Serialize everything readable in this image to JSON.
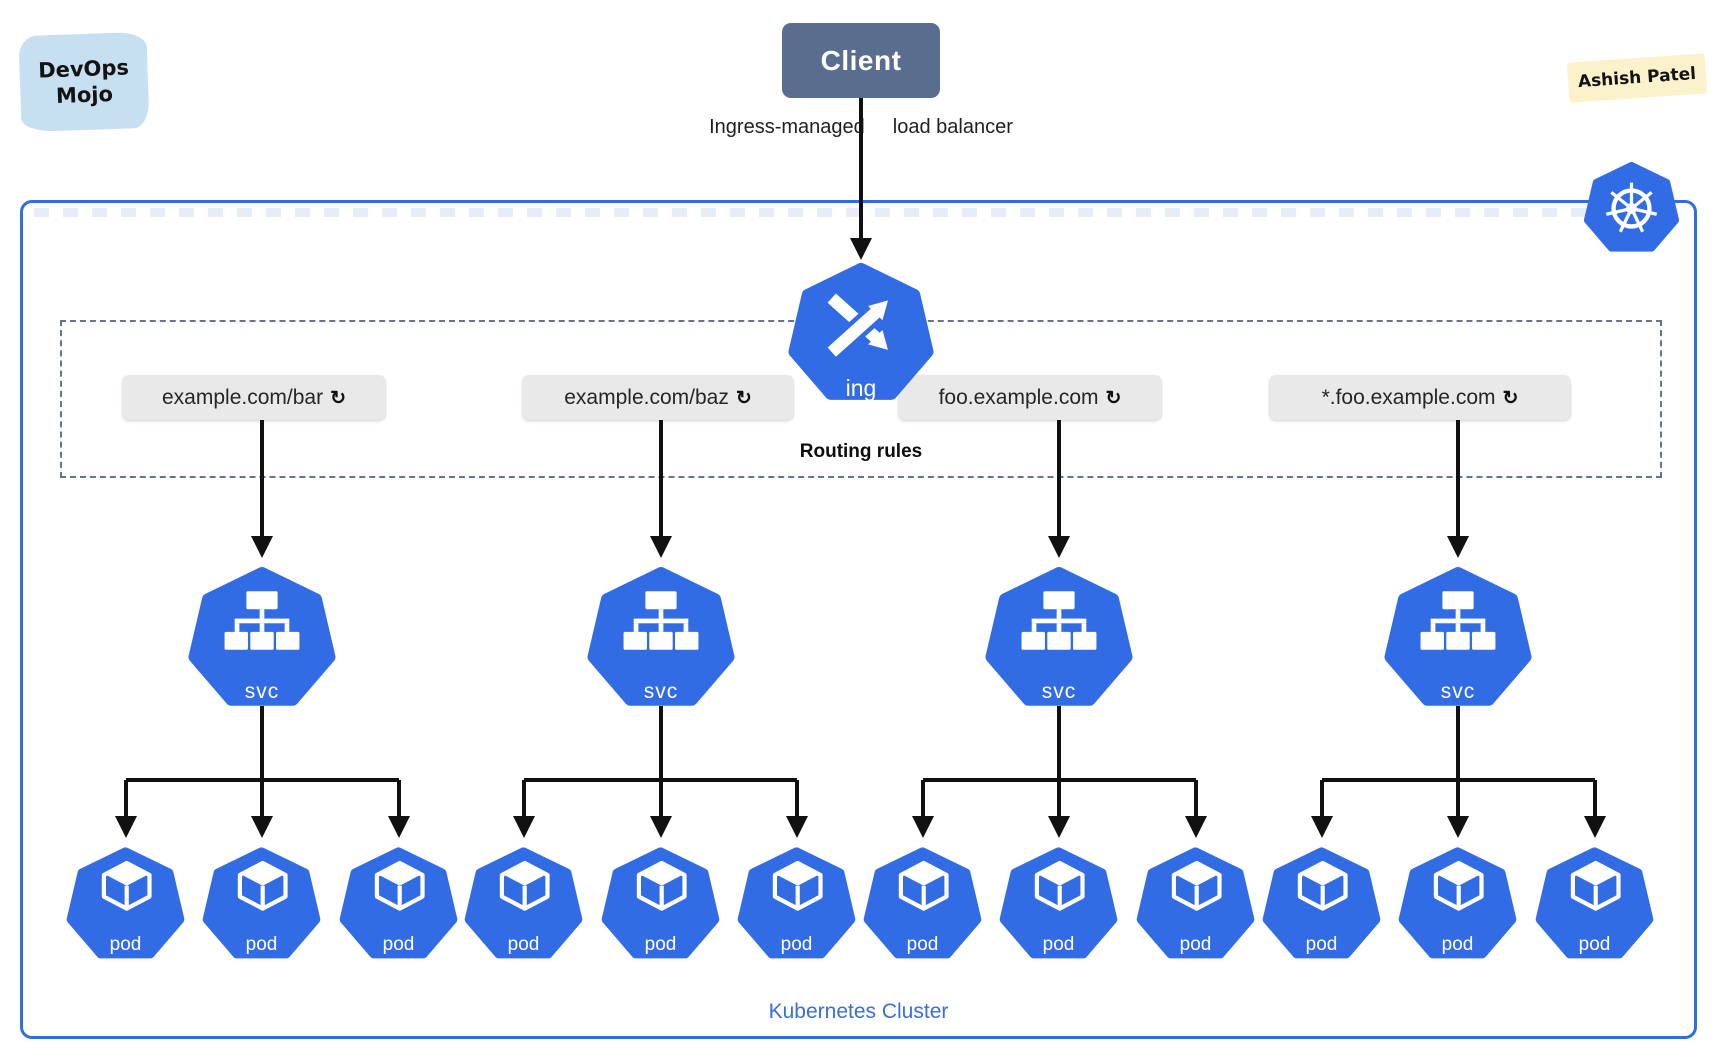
{
  "brand": {
    "line1": "DevOps",
    "line2": "Mojo"
  },
  "author": {
    "name": "Ashish Patel"
  },
  "client": {
    "label": "Client"
  },
  "load_balancer": {
    "label_left": "Ingress-managed",
    "label_right": "load balancer"
  },
  "ingress": {
    "label": "ing"
  },
  "routing": {
    "title": "Routing rules",
    "rules": [
      {
        "path": "example.com/bar"
      },
      {
        "path": "example.com/baz"
      },
      {
        "path": "foo.example.com"
      },
      {
        "path": "*.foo.example.com"
      }
    ]
  },
  "service": {
    "label": "svc"
  },
  "pod": {
    "label": "pod"
  },
  "cluster": {
    "label": "Kubernetes Cluster"
  },
  "icons": {
    "refresh": "↻",
    "ingress": "shuffle-arrows",
    "service": "tree-hierarchy",
    "pod": "cube",
    "kubernetes": "helm-wheel"
  },
  "colors": {
    "kubernetes_blue": "#326ce5",
    "cluster_border": "#316de0",
    "cluster_label_text": "#3a6fd8",
    "client_bg": "#596e8e",
    "rule_box_bg": "#e9e9e9",
    "arrow": "#111111",
    "brand_badge_bg": "#c7e0f1",
    "author_badge_bg": "#fbf2cc"
  }
}
